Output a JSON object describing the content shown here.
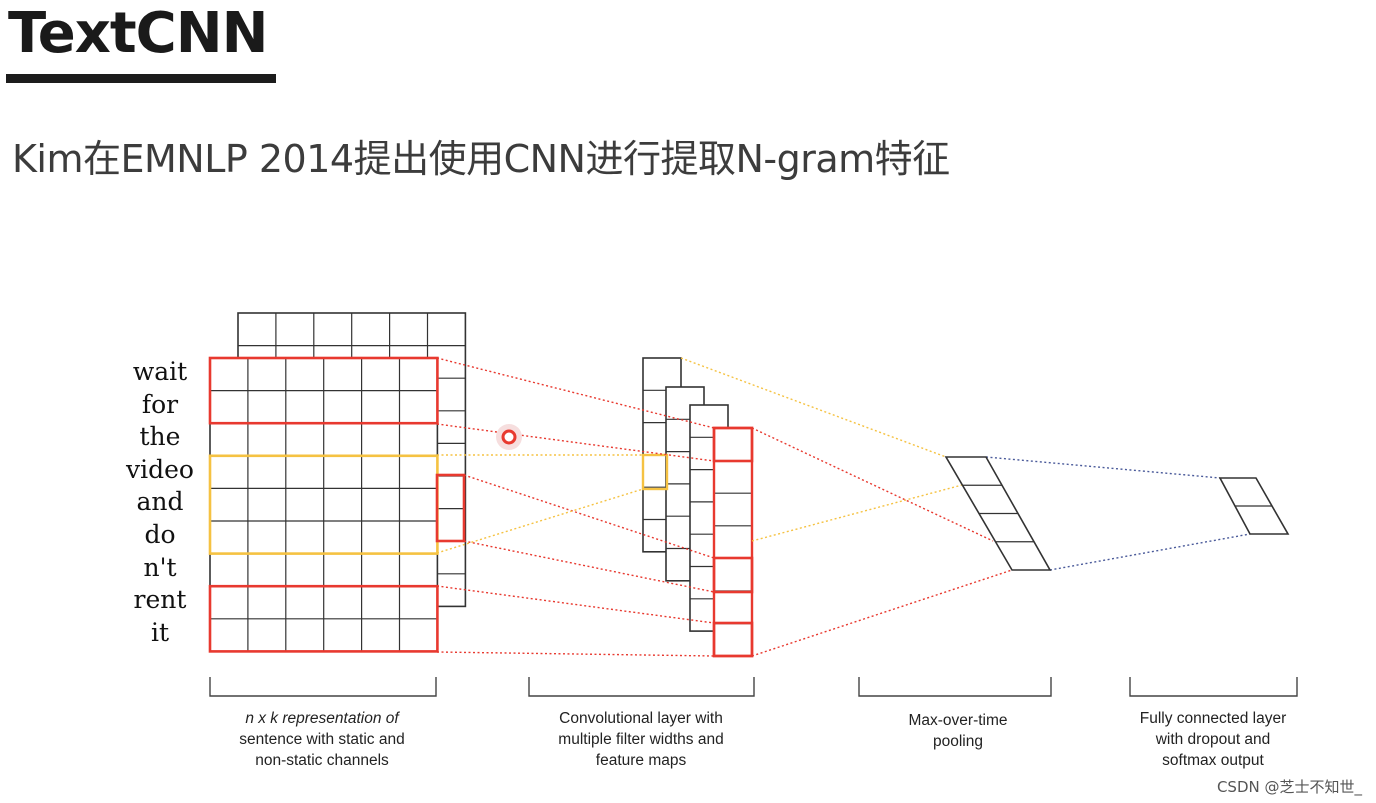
{
  "title": "TextCNN",
  "subtitle": "Kim在EMNLP 2014提出使用CNN进行提取N-gram特征",
  "words": [
    "wait",
    "for",
    "the",
    "video",
    "and",
    "do",
    "n't",
    "rent",
    "it"
  ],
  "captions": {
    "input": [
      "n x k representation of",
      "sentence with static and",
      "non-static channels"
    ],
    "conv": [
      "Convolutional layer with",
      "multiple filter widths and",
      "feature maps"
    ],
    "pool": [
      "Max-over-time",
      "pooling"
    ],
    "fc": [
      "Fully connected layer",
      "with dropout and",
      "softmax output"
    ]
  },
  "watermark": "CSDN @芝士不知世_",
  "colors": {
    "red": "#e8392f",
    "yellow": "#f5c242",
    "blue": "#4a5a9a",
    "grid": "#333333"
  }
}
